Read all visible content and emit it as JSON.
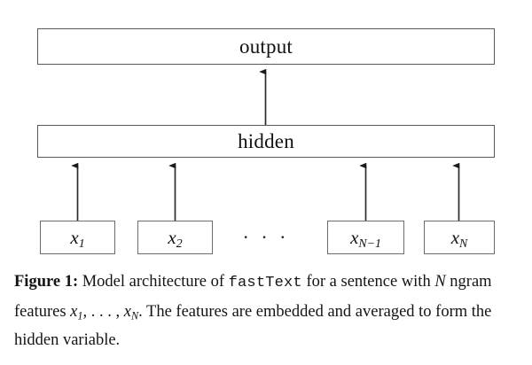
{
  "figure": {
    "layers": {
      "output": {
        "label": "output"
      },
      "hidden": {
        "label": "hidden"
      }
    },
    "inputs": [
      {
        "id": "x1",
        "base": "x",
        "sub": "1"
      },
      {
        "id": "x2",
        "base": "x",
        "sub": "2"
      },
      {
        "id": "xNm1",
        "base": "x",
        "sub": "N−1"
      },
      {
        "id": "xN",
        "base": "x",
        "sub": "N"
      }
    ],
    "ellipsis": "· · ·",
    "arrows": {
      "hidden_to_output_count": 1,
      "inputs_to_hidden_count": 4
    },
    "colors": {
      "box_stroke": "#55595c",
      "input_stroke": "#6a6e70",
      "arrow": "#1a1a1a",
      "text": "#111111",
      "background": "#ffffff"
    }
  },
  "caption": {
    "label": "Figure 1:",
    "part1": " Model architecture of ",
    "mono": "fastText",
    "part2": " for a sentence with ",
    "var_n": "N",
    "part3": " ngram features ",
    "math_x1": "x",
    "math_x1_sub": "1",
    "math_sep": ", . . . , ",
    "math_xn": "x",
    "math_xn_sub": "N",
    "part4": ". The features are embedded and averaged to form the hidden variable.",
    "full_text": "Figure 1: Model architecture of fastText for a sentence with N ngram features x1, . . . , xN. The features are embedded and averaged to form the hidden variable."
  }
}
